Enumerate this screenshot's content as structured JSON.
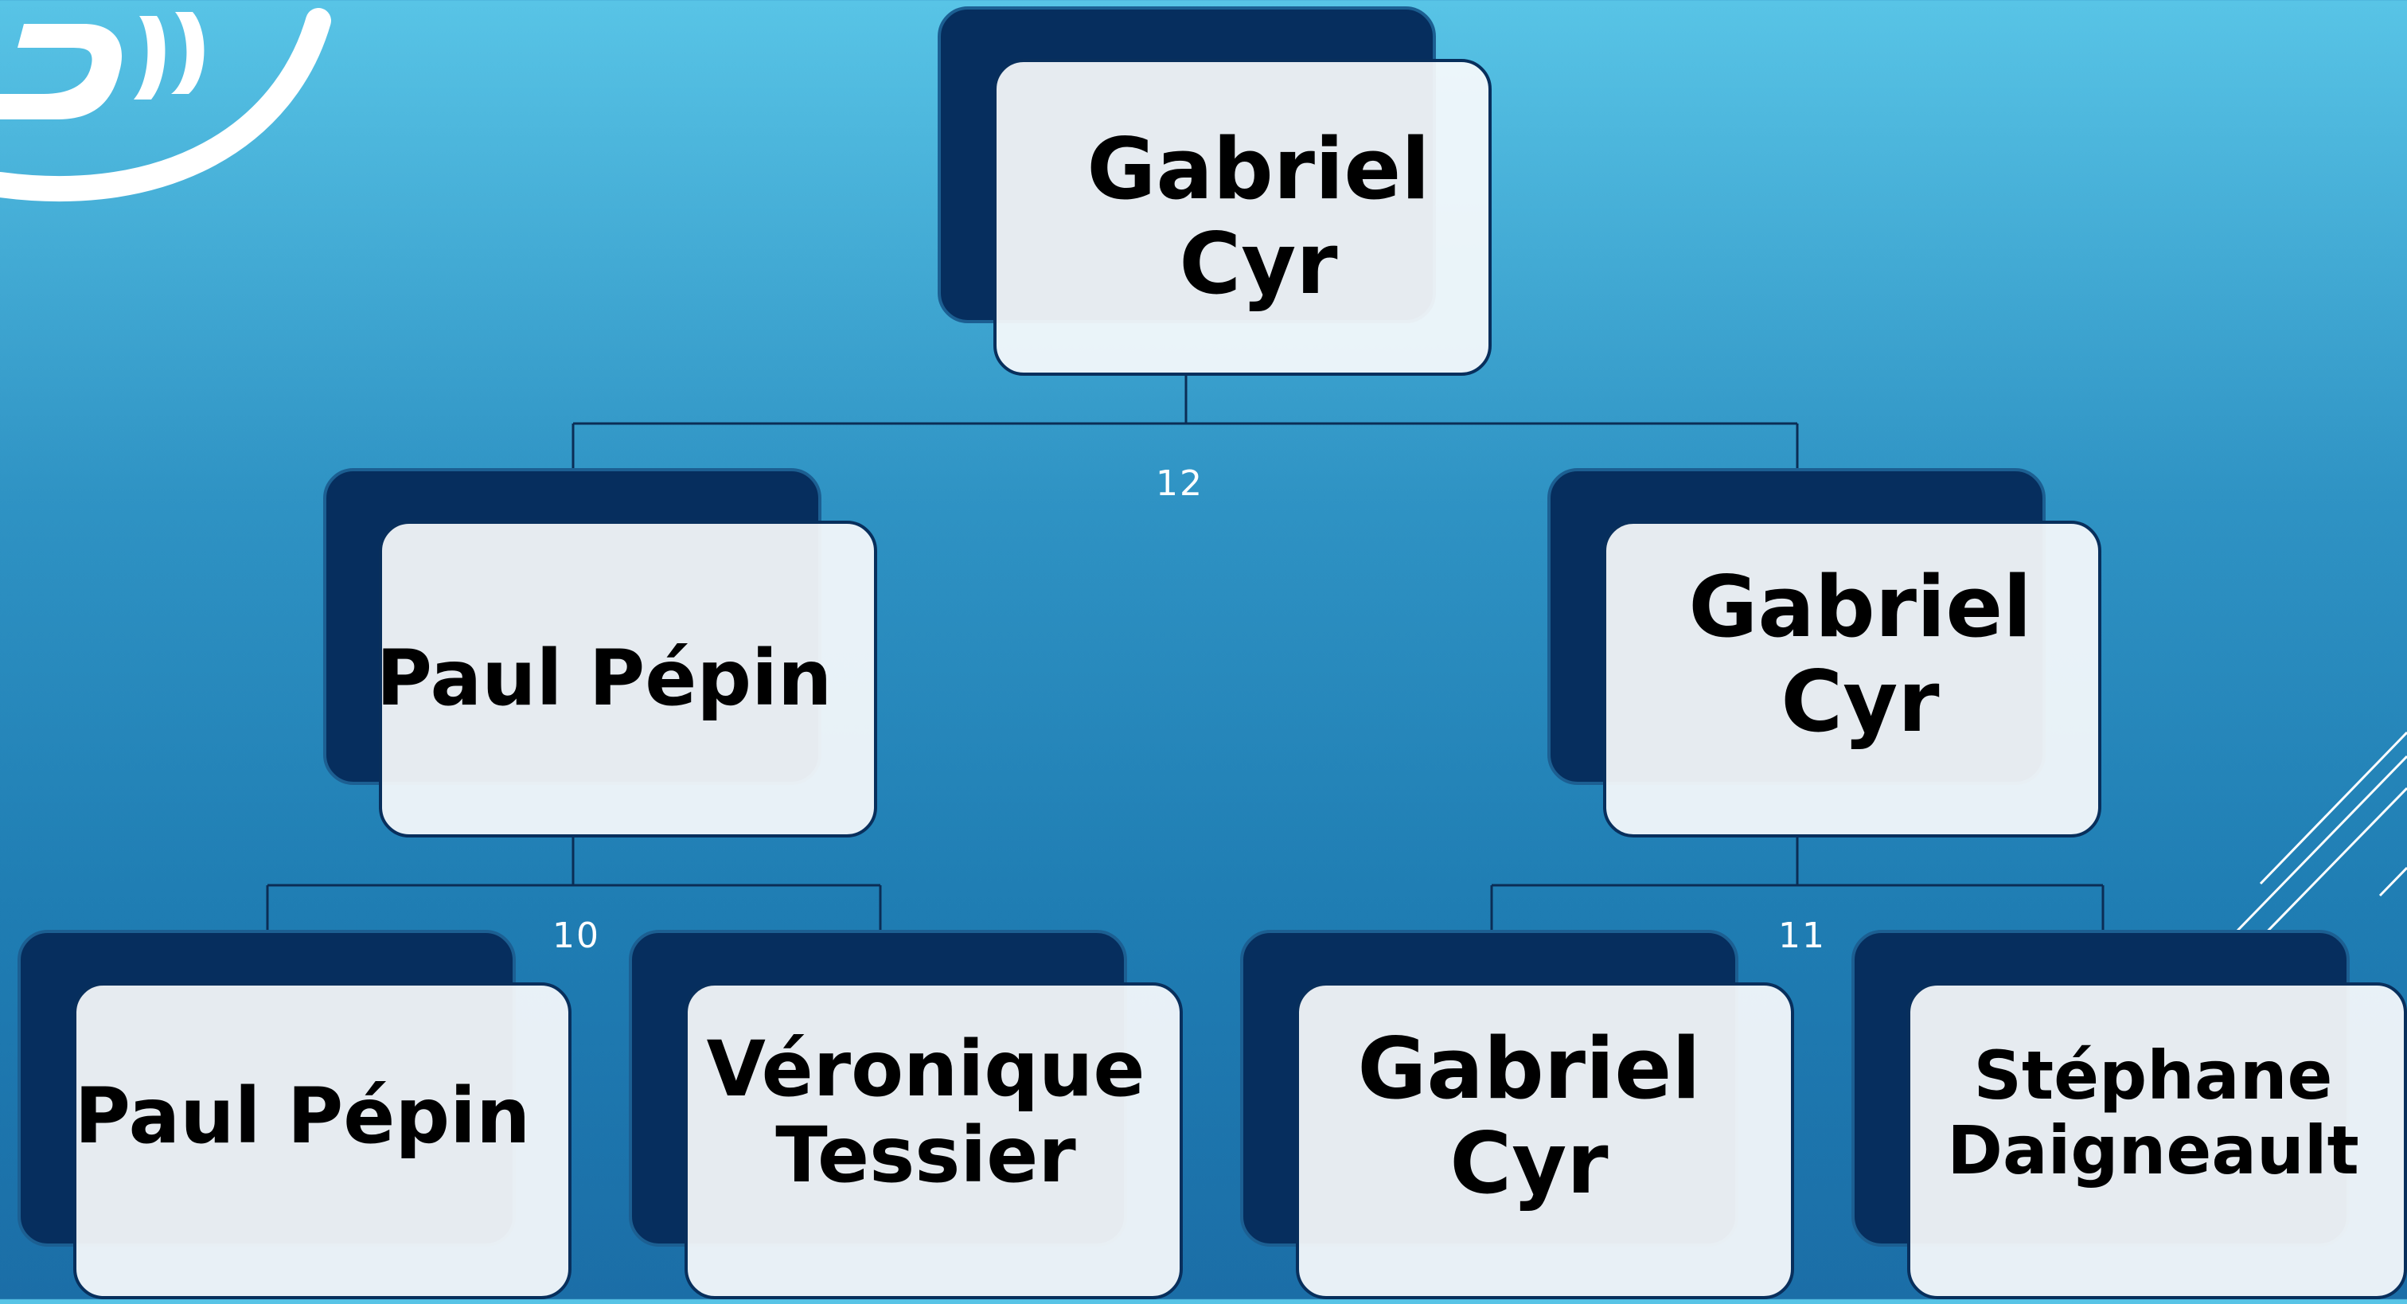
{
  "org_chart": {
    "root": {
      "name": "Gabriel\nCyr"
    },
    "left": {
      "name": "Paul Pépin"
    },
    "right": {
      "name": "Gabriel\nCyr"
    },
    "left_left": {
      "name": "Paul Pépin"
    },
    "left_right": {
      "name": "Véronique\nTessier"
    },
    "right_left": {
      "name": "Gabriel\nCyr"
    },
    "right_right": {
      "name": "Stéphane\nDaigneault"
    }
  },
  "scores": {
    "root_branch": "12",
    "left_branch": "10",
    "right_branch": "11"
  },
  "colors": {
    "back_card": "#062e5e",
    "front_card": "#f7fafc",
    "connector": "#0b2d55"
  }
}
